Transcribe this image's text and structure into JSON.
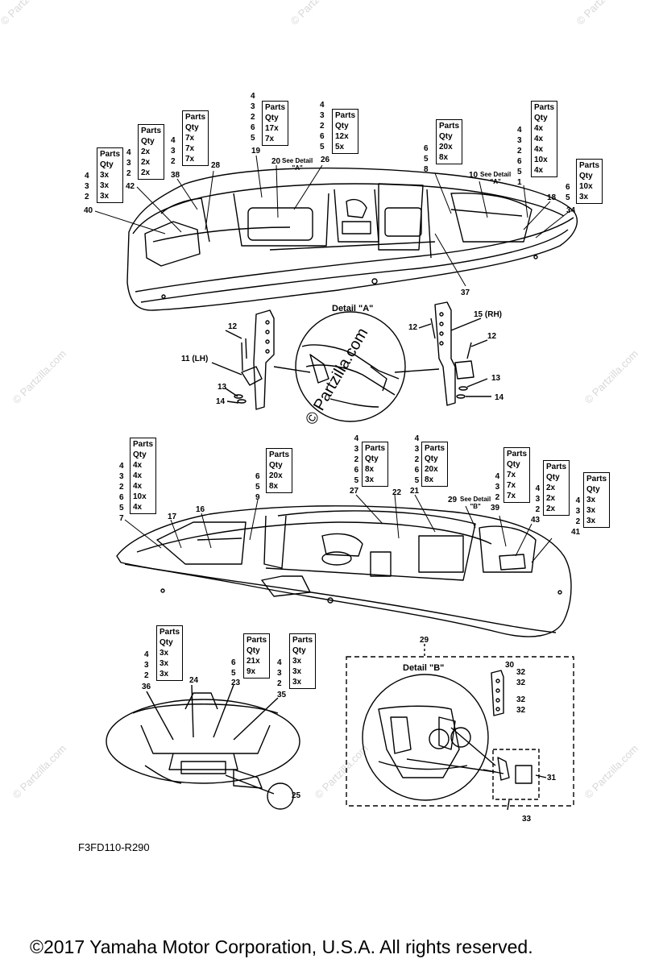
{
  "watermark": "© Partzilla.com",
  "center_watermark": "© Partzilla.com",
  "diagram_code": "F3FD110-R290",
  "copyright": "©2017  Yamaha Motor Corporation, U.S.A. All rights reserved.",
  "qty_header": [
    "Parts",
    "Qty"
  ],
  "top_boxes": [
    {
      "rows": [
        "4",
        "3",
        "2"
      ],
      "qty": [
        "3x",
        "3x",
        "3x"
      ]
    },
    {
      "rows": [
        "4",
        "3",
        "2"
      ],
      "qty": [
        "2x",
        "2x",
        "2x"
      ]
    },
    {
      "rows": [
        "4",
        "3",
        "2"
      ],
      "qty": [
        "7x",
        "7x",
        "7x"
      ]
    },
    {
      "rows": [
        "4",
        "3",
        "2",
        "6",
        "5"
      ],
      "qty": [
        "17x",
        "7x"
      ]
    },
    {
      "rows": [
        "4",
        "3",
        "2",
        "6",
        "5"
      ],
      "qty": [
        "12x",
        "5x"
      ]
    },
    {
      "rows": [
        "6",
        "5",
        "8"
      ],
      "qty": [
        "20x",
        "8x"
      ]
    },
    {
      "rows": [
        "4",
        "3",
        "2",
        "6",
        "5",
        "1"
      ],
      "qty": [
        "4x",
        "4x",
        "4x",
        "10x",
        "4x"
      ]
    },
    {
      "rows": [
        "6",
        "5"
      ],
      "qty": [
        "10x",
        "3x"
      ]
    }
  ],
  "mid_boxes": [
    {
      "rows": [
        "4",
        "3",
        "2",
        "6",
        "5",
        "7"
      ],
      "qty": [
        "4x",
        "4x",
        "4x",
        "10x",
        "4x"
      ]
    },
    {
      "rows": [
        "6",
        "5",
        "9"
      ],
      "qty": [
        "20x",
        "8x"
      ]
    },
    {
      "rows": [
        "4",
        "3",
        "2",
        "6",
        "5",
        "27"
      ],
      "qty": [
        "8x",
        "3x"
      ]
    },
    {
      "rows": [
        "4",
        "3",
        "2",
        "6",
        "5",
        "21"
      ],
      "qty": [
        "20x",
        "8x"
      ]
    },
    {
      "rows": [
        "4",
        "3",
        "2",
        "39"
      ],
      "qty": [
        "7x",
        "7x",
        "7x"
      ]
    },
    {
      "rows": [
        "4",
        "3",
        "2",
        "43"
      ],
      "qty": [
        "2x",
        "2x",
        "2x"
      ]
    },
    {
      "rows": [
        "4",
        "3",
        "2",
        "41"
      ],
      "qty": [
        "3x",
        "3x",
        "3x"
      ]
    }
  ],
  "bottom_boxes": [
    {
      "rows": [
        "4",
        "3",
        "2"
      ],
      "qty": [
        "3x",
        "3x",
        "3x"
      ]
    },
    {
      "rows": [
        "6",
        "5"
      ],
      "qty": [
        "21x",
        "9x"
      ]
    },
    {
      "rows": [
        "4",
        "3",
        "2"
      ],
      "qty": [
        "3x",
        "3x",
        "3x"
      ]
    }
  ],
  "top_callouts": [
    "40",
    "42",
    "38",
    "28",
    "19",
    "20",
    "26",
    "8",
    "10",
    "18",
    "34",
    "37"
  ],
  "see_detail_a": "See Detail\n\"A\"",
  "see_detail_b": "See Detail\n\"B\"",
  "detail_a_title": "Detail \"A\"",
  "detail_b_title": "Detail \"B\"",
  "detail_a_labels": {
    "n12a": "12",
    "n11": "11 (LH)",
    "n13a": "13",
    "n14a": "14",
    "n12b": "12",
    "n15": "15 (RH)",
    "n12c": "12",
    "n13b": "13",
    "n14b": "14"
  },
  "mid_callouts": {
    "n17": "17",
    "n16": "16",
    "n22": "22",
    "n29": "29"
  },
  "bottom_callouts": {
    "n36": "36",
    "n24": "24",
    "n23": "23",
    "n35": "35",
    "n25": "25",
    "n29b": "29",
    "n30": "30",
    "n32a": "32",
    "n32b": "32",
    "n32c": "32",
    "n32d": "32",
    "n31": "31",
    "n33": "33"
  }
}
